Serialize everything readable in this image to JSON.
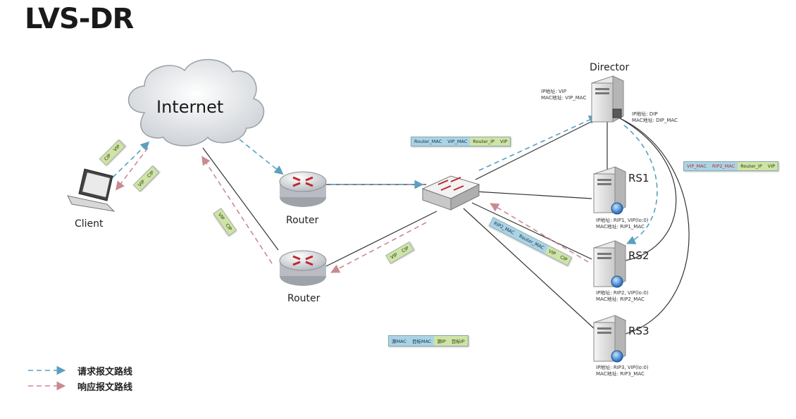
{
  "title": "LVS-DR",
  "nodes": {
    "internet": "Internet",
    "client": "Client",
    "router1": "Router",
    "router2": "Router",
    "director": "Director",
    "rs1": "RS1",
    "rs2": "RS2",
    "rs3": "RS3"
  },
  "director_info": {
    "vip_ip": "IP地址: VIP",
    "vip_mac": "MAC地址: VIP_MAC",
    "dip_ip": "IP地址: DIP",
    "dip_mac": "MAC地址: DIP_MAC"
  },
  "rs_info": {
    "rs1_ip": "IP地址: RIP1, VIP(lo:0)",
    "rs1_mac": "MAC地址: RIP1_MAC",
    "rs2_ip": "IP地址: RIP2, VIP(lo:0)",
    "rs2_mac": "MAC地址: RIP2_MAC",
    "rs3_ip": "IP地址: RIP3, VIP(lo:0)",
    "rs3_mac": "MAC地址: RIP3_MAC"
  },
  "packets": {
    "to_director": [
      "Router_MAC",
      "VIP_MAC",
      "Router_IP",
      "VIP"
    ],
    "to_rs2": [
      "VIP_MAC",
      "RIP2_MAC",
      "Router_IP",
      "VIP"
    ],
    "rs2_reply": [
      "RIP2_MAC",
      "Router_MAC",
      "VIP",
      "CIP"
    ],
    "legend": [
      "源MAC",
      "目标MAC",
      "源IP",
      "目标IP"
    ]
  },
  "tags": {
    "client_req": [
      "CIP",
      "VIP"
    ],
    "client_resp": [
      "VIP",
      "CIP"
    ],
    "internet_resp": [
      "VIP",
      "CIP"
    ],
    "switch_resp": [
      "VIP",
      "CIP"
    ]
  },
  "legend": {
    "request": "请求报文路线",
    "response": "响应报文路线"
  },
  "colors": {
    "request": "#5b9fc1",
    "response": "#c98a92",
    "packet_mac": "#a9d4e6",
    "packet_ip": "#cfe3a6",
    "highlight": "#c0282d"
  }
}
